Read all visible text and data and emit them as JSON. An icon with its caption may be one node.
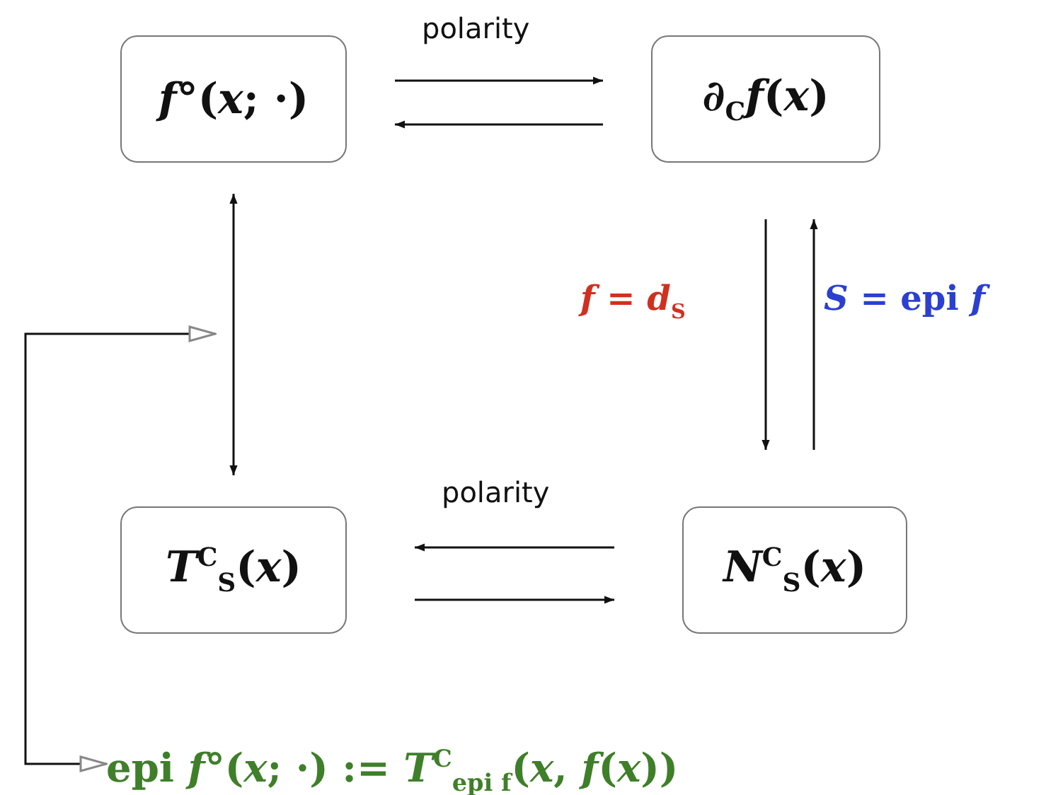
{
  "diagram": {
    "nodes": [
      {
        "text": [
          "*f*°(*x*; ·)"
        ]
      },
      {
        "text": [
          "∂$_{C}$*f*(*x*)"
        ]
      },
      {
        "text": [
          "*T*$^{C}$$_{S}$(*x*)"
        ]
      },
      {
        "text": [
          "*N*$^{C}$$_{S}$(*x*)"
        ]
      },
      {
        "text": [
          "epi *f*°(*x*; ·) := *T*$^{C}$$_{epi f}$(*x*, *f*(*x*))"
        ]
      }
    ],
    "edges": [
      {
        "from": 0,
        "to": 1,
        "arrow": "to",
        "label": "polarity"
      },
      {
        "from": 1,
        "to": 0,
        "arrow": "to"
      },
      {
        "from": 0,
        "to": 2,
        "arrow": "both"
      },
      {
        "from": 1,
        "to": 3,
        "arrow": "to",
        "label": "*f* = *d*$_{S}$"
      },
      {
        "from": 3,
        "to": 1,
        "arrow": "to",
        "label": "*S* = epi *f*"
      },
      {
        "from": 3,
        "to": 2,
        "arrow": "to",
        "label": "polarity"
      },
      {
        "from": 2,
        "to": 3,
        "arrow": "to"
      },
      {
        "from": null,
        "to": 4,
        "arrow": "both"
      }
    ]
  }
}
